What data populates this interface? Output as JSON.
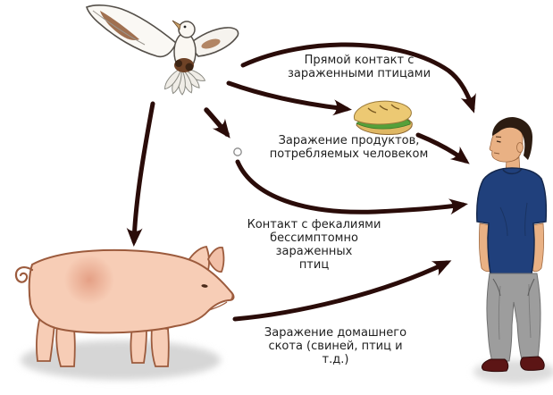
{
  "diagram": {
    "description": "Avian influenza transmission pathways diagram",
    "palette": {
      "background": "#ffffff",
      "arrow": "#2a0c09",
      "text": "#1f1f1f",
      "pig_pink": "#f7cdb6",
      "pig_outline": "#9c5b3d",
      "shirt_navy": "#20407c",
      "pants_gray": "#9d9d9d",
      "shoe_dark_red": "#5c1515",
      "skin": "#e9b184",
      "hair_brown": "#2c1c11",
      "bread_yellow": "#ecc973",
      "lettuce_green": "#55a03a",
      "shadow_gray": "#d9d9d9"
    },
    "entities": {
      "bird": "wild bird (dove)",
      "sandwich": "contaminated food product",
      "dropping": "bird dropping (feces)",
      "pig": "domestic pig",
      "man": "human"
    },
    "labels": {
      "direct_contact": {
        "line1": "Прямой контакт с",
        "line2": "зараженными птицами"
      },
      "food_contamination": {
        "line1": "Заражение продуктов,",
        "line2": "потребляемых человеком"
      },
      "feces_contact": {
        "line1": "Контакт с фекалиями",
        "line2": "бессимптомно зараженных",
        "line3": "птиц"
      },
      "livestock_infection": {
        "line1": "Заражение домашнего",
        "line2": "скота (свиней, птиц и т.д.)"
      }
    }
  }
}
